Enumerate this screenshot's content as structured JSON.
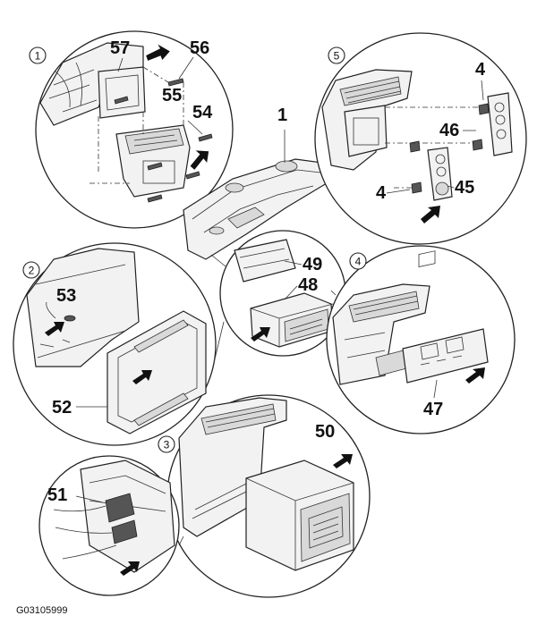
{
  "diagram": {
    "code": "G03105999",
    "step_markers": [
      "1",
      "2",
      "3",
      "4",
      "5"
    ],
    "part_labels": {
      "p1": "1",
      "p4a": "4",
      "p4b": "4",
      "p45": "45",
      "p46": "46",
      "p47": "47",
      "p48": "48",
      "p49": "49",
      "p50": "50",
      "p51": "51",
      "p52": "52",
      "p53": "53",
      "p54": "54",
      "p55": "55",
      "p56": "56",
      "p57": "57"
    }
  }
}
